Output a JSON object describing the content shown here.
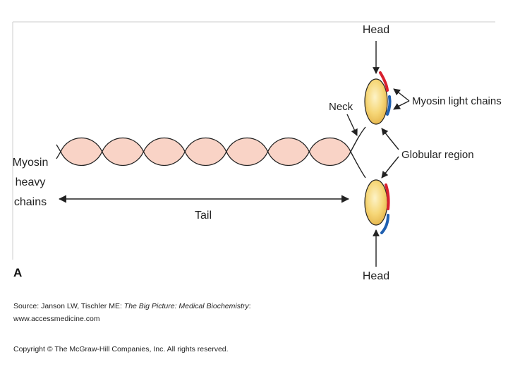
{
  "labels": {
    "head_top": "Head",
    "head_bottom": "Head",
    "myosin_light_chains": "Myosin light chains",
    "neck": "Neck",
    "globular_region": "Globular region",
    "heavy_line1": "Myosin",
    "heavy_line2": "heavy",
    "heavy_line3": "chains",
    "tail": "Tail",
    "panel": "A"
  },
  "source": {
    "prefix": "Source: Janson LW, Tischler ME: ",
    "book_title": "The Big Picture: Medical Biochemistry",
    "suffix": ":",
    "url": "www.accessmedicine.com",
    "copyright": "Copyright © The McGraw-Hill Companies, Inc. All rights reserved."
  },
  "colors": {
    "coil_fill": "#f9d3c6",
    "head_fill": "#f6d778",
    "light_chain_red": "#d8202e",
    "light_chain_blue": "#2060b0",
    "stroke": "#222222"
  }
}
